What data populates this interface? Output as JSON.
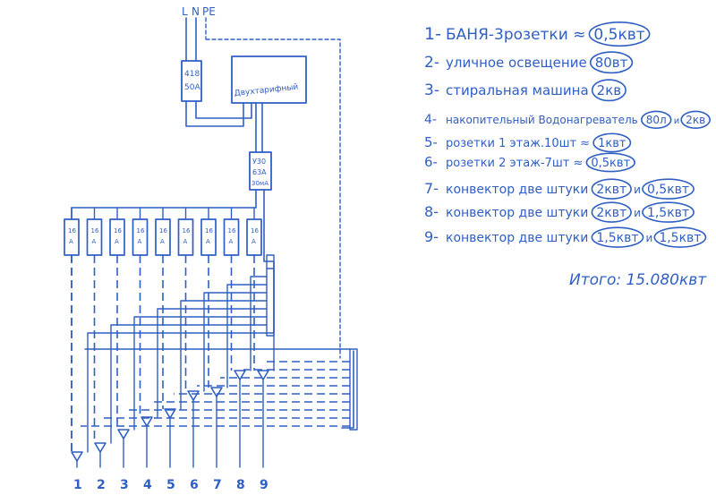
{
  "colors": {
    "ink": "#2f5fc4",
    "paper": "#ffffff"
  },
  "supply": {
    "labels": [
      "L",
      "N",
      "PE"
    ]
  },
  "main_breaker": {
    "lines": [
      "418",
      "50A"
    ]
  },
  "meter": {
    "label": "Двухтарифный"
  },
  "rcd": {
    "lines": [
      "У30",
      "63A",
      "30мА"
    ]
  },
  "breakers": {
    "label": "16 A",
    "count": 9
  },
  "groups": [
    "1",
    "2",
    "3",
    "4",
    "5",
    "6",
    "7",
    "8",
    "9"
  ],
  "legend": {
    "items": [
      {
        "num": "1",
        "text": "БАНЯ-3розетки ≈",
        "circled": [
          "0,5квт"
        ]
      },
      {
        "num": "2",
        "text": "уличное освещение",
        "circled": [
          "80вт"
        ]
      },
      {
        "num": "3",
        "text": "стиральная машина",
        "circled": [
          "2кв"
        ]
      },
      {
        "num": "4",
        "text": "накопительный Водонагреватель",
        "circled": [
          "80л",
          "2кв"
        ]
      },
      {
        "num": "5",
        "text": "розетки 1 этаж.10шт ≈",
        "circled": [
          "1квт"
        ]
      },
      {
        "num": "6",
        "text": "розетки 2 этаж-7шт ≈",
        "circled": [
          "0,5квт"
        ]
      },
      {
        "num": "7",
        "text": "конвектор две штуки",
        "circled": [
          "2квт",
          "0,5квт"
        ]
      },
      {
        "num": "8",
        "text": "конвектор две штуки",
        "circled": [
          "2квт",
          "1,5квт"
        ]
      },
      {
        "num": "9",
        "text": "конвектор две штуки",
        "circled": [
          "1,5квт",
          "1,5квт"
        ]
      }
    ]
  },
  "total": {
    "label": "Итого: 15.080квт"
  }
}
